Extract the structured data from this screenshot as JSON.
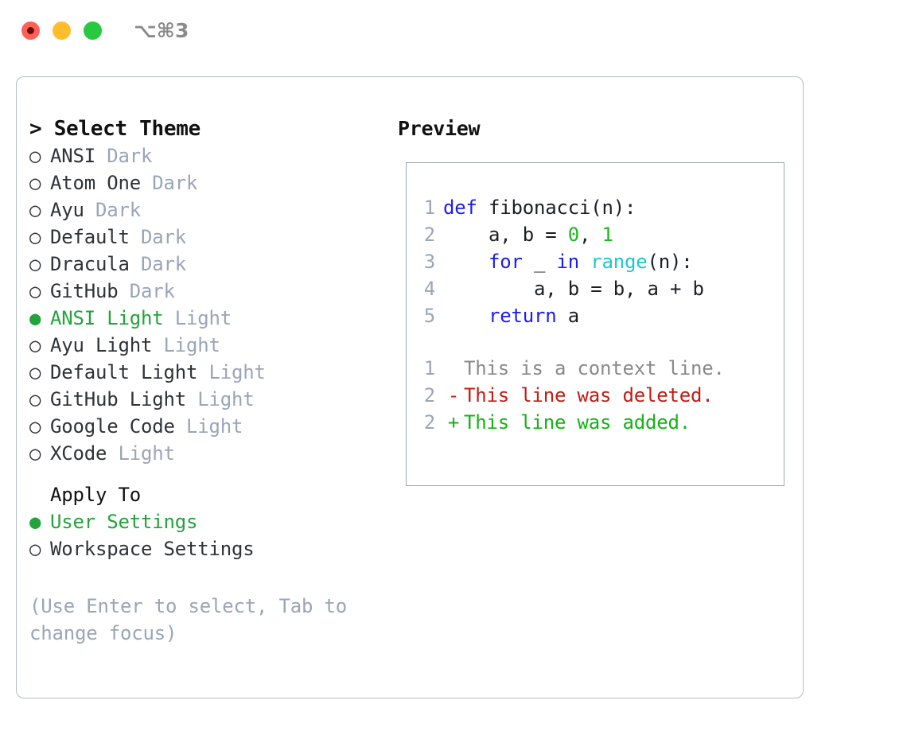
{
  "window": {
    "shortcut_label": "⌥⌘3",
    "traffic_lights": [
      {
        "name": "close-button",
        "color": "#ff6058",
        "recording": true
      },
      {
        "name": "minimize-button",
        "color": "#ffbd2e",
        "recording": false
      },
      {
        "name": "maximize-button",
        "color": "#28c940",
        "recording": false
      }
    ]
  },
  "theme_picker": {
    "heading": "> Select Theme",
    "bullet_selected": "●",
    "bullet_unselected": "○",
    "items": [
      {
        "name": "ANSI",
        "variant": "Dark",
        "selected": false
      },
      {
        "name": "Atom One",
        "variant": "Dark",
        "selected": false
      },
      {
        "name": "Ayu",
        "variant": "Dark",
        "selected": false
      },
      {
        "name": "Default",
        "variant": "Dark",
        "selected": false
      },
      {
        "name": "Dracula",
        "variant": "Dark",
        "selected": false
      },
      {
        "name": "GitHub",
        "variant": "Dark",
        "selected": false
      },
      {
        "name": "ANSI Light",
        "variant": "Light",
        "selected": true
      },
      {
        "name": "Ayu Light",
        "variant": "Light",
        "selected": false
      },
      {
        "name": "Default Light",
        "variant": "Light",
        "selected": false
      },
      {
        "name": "GitHub Light",
        "variant": "Light",
        "selected": false
      },
      {
        "name": "Google Code",
        "variant": "Light",
        "selected": false
      },
      {
        "name": "XCode",
        "variant": "Light",
        "selected": false
      }
    ]
  },
  "apply_to": {
    "heading": "Apply To",
    "options": [
      {
        "label": "User Settings",
        "selected": true
      },
      {
        "label": "Workspace Settings",
        "selected": false
      }
    ]
  },
  "hint": "(Use Enter to select, Tab to change focus)",
  "preview": {
    "heading": "Preview",
    "code_lines": [
      {
        "number": "1",
        "tokens": [
          {
            "text": "def ",
            "type": "keyword"
          },
          {
            "text": "fibonacci(n):",
            "type": "plain"
          }
        ]
      },
      {
        "number": "2",
        "tokens": [
          {
            "text": "    a, b = ",
            "type": "plain"
          },
          {
            "text": "0",
            "type": "number"
          },
          {
            "text": ", ",
            "type": "plain"
          },
          {
            "text": "1",
            "type": "number"
          }
        ]
      },
      {
        "number": "3",
        "tokens": [
          {
            "text": "    ",
            "type": "plain"
          },
          {
            "text": "for",
            "type": "keyword"
          },
          {
            "text": " _ ",
            "type": "plain"
          },
          {
            "text": "in",
            "type": "keyword"
          },
          {
            "text": " ",
            "type": "plain"
          },
          {
            "text": "range",
            "type": "function"
          },
          {
            "text": "(n):",
            "type": "plain"
          }
        ]
      },
      {
        "number": "4",
        "tokens": [
          {
            "text": "        a, b = b, a + b",
            "type": "plain"
          }
        ]
      },
      {
        "number": "5",
        "tokens": [
          {
            "text": "    ",
            "type": "plain"
          },
          {
            "text": "return",
            "type": "keyword"
          },
          {
            "text": " a",
            "type": "plain"
          }
        ]
      }
    ],
    "diff_lines": [
      {
        "number": "1",
        "marker": " ",
        "text": "This is a context line.",
        "type": "context"
      },
      {
        "number": "2",
        "marker": "-",
        "text": "This line was deleted.",
        "type": "deleted"
      },
      {
        "number": "2",
        "marker": "+",
        "text": "This line was added.",
        "type": "added"
      }
    ]
  },
  "colors": {
    "accent_green": "#22a33c",
    "muted": "#9aa5b8",
    "keyword": "#1c1cf0",
    "function": "#1ac9cc",
    "number": "#1db81d",
    "diff_deleted": "#c21c13",
    "diff_added": "#12b312",
    "border": "#b3bcc9"
  }
}
